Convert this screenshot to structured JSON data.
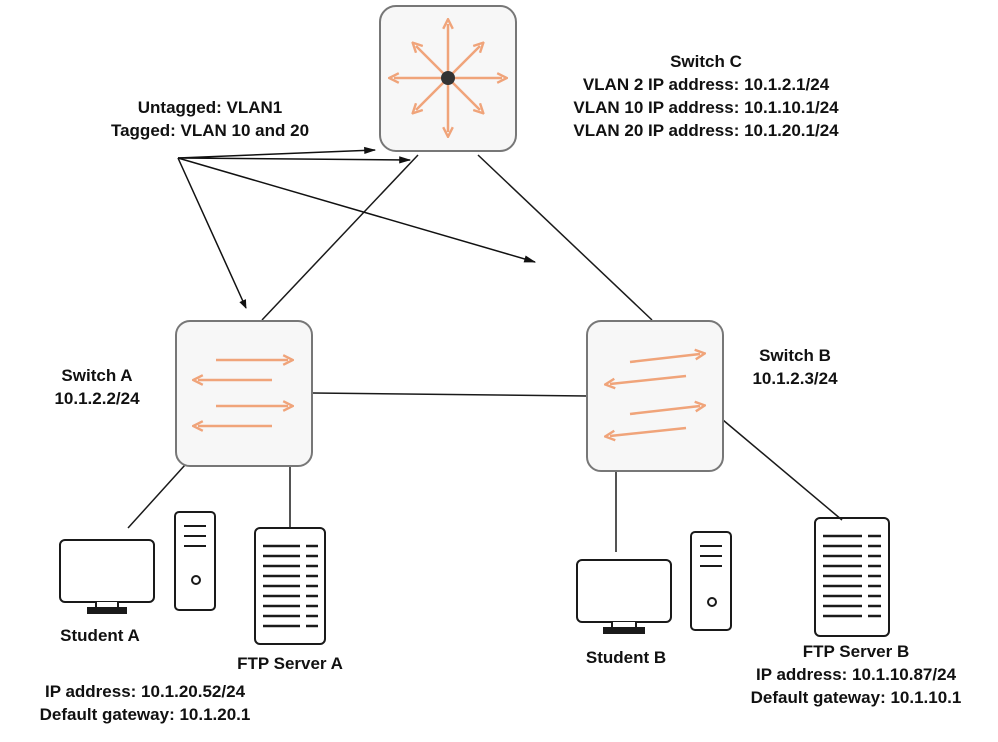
{
  "annotation": {
    "untagged": "Untagged: VLAN1",
    "tagged": "Tagged: VLAN 10 and 20"
  },
  "switch_c": {
    "name": "Switch C",
    "vlan2": "VLAN 2 IP address: 10.1.2.1/24",
    "vlan10": "VLAN 10 IP address: 10.1.10.1/24",
    "vlan20": "VLAN 20 IP address: 10.1.20.1/24"
  },
  "switch_a": {
    "name": "Switch A",
    "ip": "10.1.2.2/24"
  },
  "switch_b": {
    "name": "Switch B",
    "ip": "10.1.2.3/24"
  },
  "student_a": {
    "name": "Student A",
    "ip": "IP address: 10.1.20.52/24",
    "gateway": "Default gateway: 10.1.20.1"
  },
  "student_b": {
    "name": "Student B"
  },
  "ftp_a": {
    "name": "FTP Server A"
  },
  "ftp_b": {
    "name": "FTP Server B",
    "ip": "IP address: 10.1.10.87/24",
    "gateway": "Default gateway: 10.1.10.1"
  },
  "colors": {
    "accent": "#f0a47a",
    "stroke": "#1a1a1a",
    "box_fill": "#f7f7f7",
    "box_border": "#777777"
  }
}
